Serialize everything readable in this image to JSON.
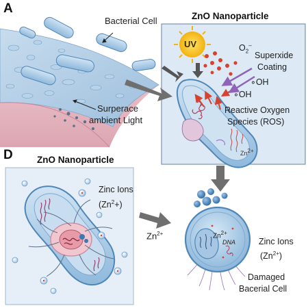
{
  "panel_a": {
    "letter": "A",
    "bacterial_cell_label": "Bacterial Cell",
    "surface_label_line1": "Surperace",
    "surface_label_line2": "ambient Light"
  },
  "inset": {
    "title": "ZnO Nanoparticle",
    "uv_label": "UV",
    "o2_label": "O",
    "o2_sub": "2",
    "o2_sup": "–",
    "superoxide_line1": "Superxide",
    "superoxide_line2": "Coating",
    "oh_label_1": "∘OH",
    "oh_label_2": "∘OH",
    "ros_line1": "Reactive Oxygen",
    "ros_line2": "Species (ROS)",
    "zn_small": "Zn",
    "zn_small_sup": "2+"
  },
  "panel_d": {
    "letter": "D",
    "title": "ZnO Nanoparticle",
    "zinc_ions_line1": "Zinc Ions",
    "zinc_ions_line2_pre": "(Zn",
    "zinc_ions_line2_sup": "2",
    "zinc_ions_line2_post": "+)"
  },
  "arrow_label": {
    "text": "Zn",
    "sup": "2+"
  },
  "damaged_cell": {
    "zn_label": "Zn",
    "zn_sup": "2+",
    "dna_label": "DNA",
    "zinc_ions_line1": "Zinc Ions",
    "zinc_ions_line2_pre": "(Zn",
    "zinc_ions_line2_sup": "2+",
    "zinc_ions_line2_post": ")",
    "damaged_line1": "Damaged",
    "damaged_line2": "Bacerial Cell"
  },
  "colors": {
    "inset_bg": "#dde9f4",
    "cell_blue": "#a8cbe6",
    "cell_outline": "#4f86b8",
    "membrane_pink": "#e9b7c2",
    "ros_red": "#d8412e",
    "superoxide_purple": "#8f63b8",
    "uv_yellow": "#f4c21a",
    "np_blue": "#3d78b3",
    "arrow_gray": "#6f6f6f"
  }
}
